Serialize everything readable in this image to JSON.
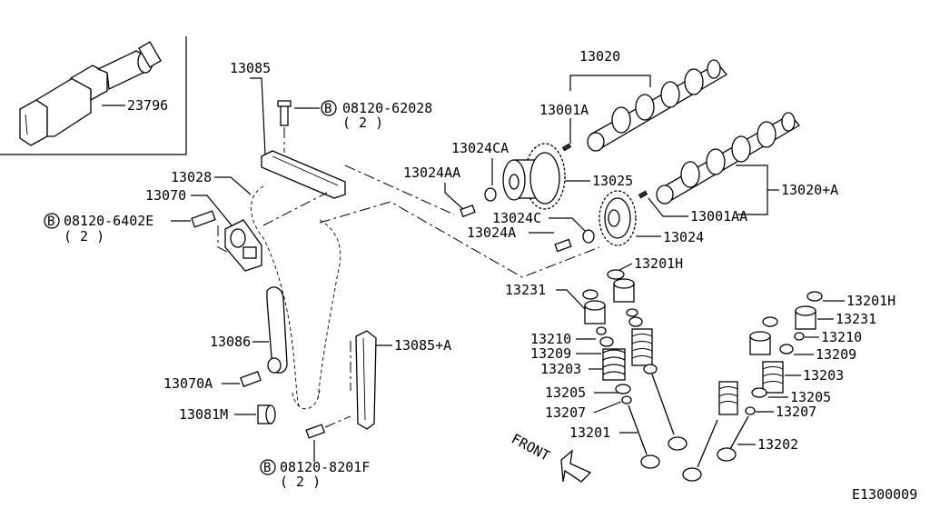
{
  "parts": {
    "p23796": "23796",
    "p13085": "13085",
    "p13020": "13020",
    "p13001A": "13001A",
    "p13024CA": "13024CA",
    "p13024AA": "13024AA",
    "p13025": "13025",
    "p13028": "13028",
    "p13070": "13070",
    "p13020A": "13020+A",
    "p13001AA": "13001AA",
    "p13024C": "13024C",
    "p13024A": "13024A",
    "p13024": "13024",
    "p13201H_a": "13201H",
    "p13231_a": "13231",
    "p13201H_b": "13201H",
    "p13231_b": "13231",
    "p13210_a": "13210",
    "p13209_a": "13209",
    "p13203_a": "13203",
    "p13205_a": "13205",
    "p13207_a": "13207",
    "p13201": "13201",
    "p13210_b": "13210",
    "p13209_b": "13209",
    "p13203_b": "13203",
    "p13205_b": "13205",
    "p13207_b": "13207",
    "p13202": "13202",
    "p13086": "13086",
    "p13085A": "13085+A",
    "p13070A": "13070A",
    "p13081M": "13081M",
    "front": "FRONT",
    "diagram_id": "E1300009"
  },
  "bolts": {
    "b1": {
      "marker": "B",
      "number": "08120-62028",
      "qty": "( 2 )"
    },
    "b2": {
      "marker": "B",
      "number": "08120-6402E",
      "qty": "( 2 )"
    },
    "b3": {
      "marker": "B",
      "number": "08120-8201F",
      "qty": "( 2 )"
    }
  }
}
